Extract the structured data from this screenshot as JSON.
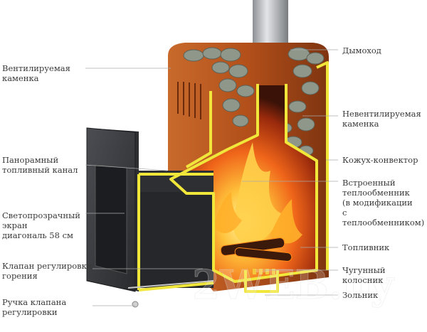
{
  "labels_left": [
    {
      "id": "ventilated",
      "text": "Вентилируемая\nкаменка"
    },
    {
      "id": "panoramic",
      "text": "Панорамный\nтопливный канал"
    },
    {
      "id": "glass",
      "text": "Светопрозрачный\nэкран\nдиагональ 58 см"
    },
    {
      "id": "valve",
      "text": "Клапан регулировки\nгорения"
    },
    {
      "id": "handle",
      "text": "Ручка клапана\nрегулировки"
    }
  ],
  "labels_right": [
    {
      "id": "chimney",
      "text": "Дымоход"
    },
    {
      "id": "closed-heater",
      "text": "Невентилируемая\nкаменка"
    },
    {
      "id": "casing",
      "text": "Кожух-конвектор"
    },
    {
      "id": "heat-exchanger",
      "text": "Встроенный\nтеплообменник\n(в модификации\nс теплообменником)"
    },
    {
      "id": "firebox",
      "text": "Топливник"
    },
    {
      "id": "grate",
      "text": "Чугунный колосник"
    },
    {
      "id": "ashpit",
      "text": "Зольник"
    }
  ],
  "watermark": "2WEB.by",
  "colors": {
    "outline": "#f1e63a",
    "copper": "#b8571f",
    "steel": "#3a3c40",
    "flame": "#ff7a12",
    "stone": "#8a9186"
  }
}
